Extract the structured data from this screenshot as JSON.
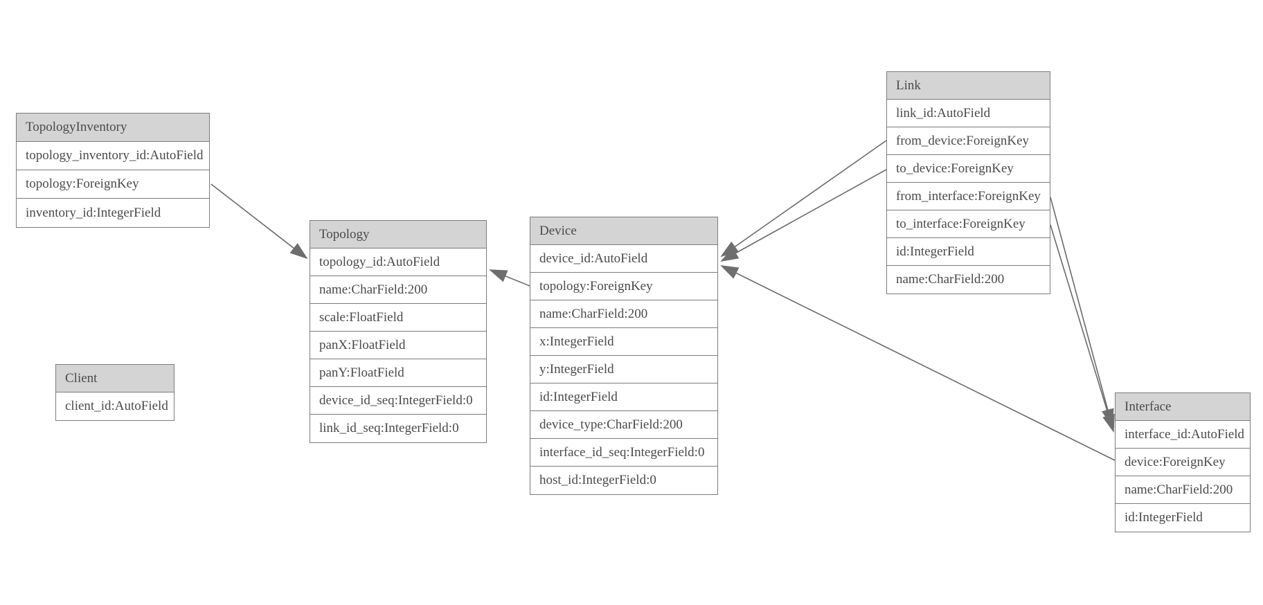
{
  "diagram": {
    "background_color": "#ffffff",
    "table_border_color": "#7b7b7b",
    "table_header_fill": "#d4d4d4",
    "table_body_fill": "#ffffff",
    "text_color": "#4a4a4a",
    "edge_line_color": "#696969",
    "arrowhead_fill": "#6e6e6e"
  },
  "tables": [
    {
      "name": "TopologyInventory",
      "fields": [
        "topology_inventory_id:AutoField",
        "topology:ForeignKey",
        "inventory_id:IntegerField"
      ]
    },
    {
      "name": "Topology",
      "fields": [
        "topology_id:AutoField",
        "name:CharField:200",
        "scale:FloatField",
        "panX:FloatField",
        "panY:FloatField",
        "device_id_seq:IntegerField:0",
        "link_id_seq:IntegerField:0"
      ]
    },
    {
      "name": "Client",
      "fields": [
        "client_id:AutoField"
      ]
    },
    {
      "name": "Device",
      "fields": [
        "device_id:AutoField",
        "topology:ForeignKey",
        "name:CharField:200",
        "x:IntegerField",
        "y:IntegerField",
        "id:IntegerField",
        "device_type:CharField:200",
        "interface_id_seq:IntegerField:0",
        "host_id:IntegerField:0"
      ]
    },
    {
      "name": "Link",
      "fields": [
        "link_id:AutoField",
        "from_device:ForeignKey",
        "to_device:ForeignKey",
        "from_interface:ForeignKey",
        "to_interface:ForeignKey",
        "id:IntegerField",
        "name:CharField:200"
      ]
    },
    {
      "name": "Interface",
      "fields": [
        "interface_id:AutoField",
        "device:ForeignKey",
        "name:CharField:200",
        "id:IntegerField"
      ]
    }
  ],
  "edges": [
    {
      "id": "topologyinventory-topology",
      "from": "TopologyInventory.topology",
      "to": "Topology"
    },
    {
      "id": "device-topology",
      "from": "Device.topology",
      "to": "Topology"
    },
    {
      "id": "link-from_device",
      "from": "Link.from_device",
      "to": "Device"
    },
    {
      "id": "link-to_device",
      "from": "Link.to_device",
      "to": "Device"
    },
    {
      "id": "link-from_interface",
      "from": "Link.from_interface",
      "to": "Interface"
    },
    {
      "id": "link-to_interface",
      "from": "Link.to_interface",
      "to": "Interface"
    },
    {
      "id": "interface-device",
      "from": "Interface.device",
      "to": "Device"
    }
  ]
}
